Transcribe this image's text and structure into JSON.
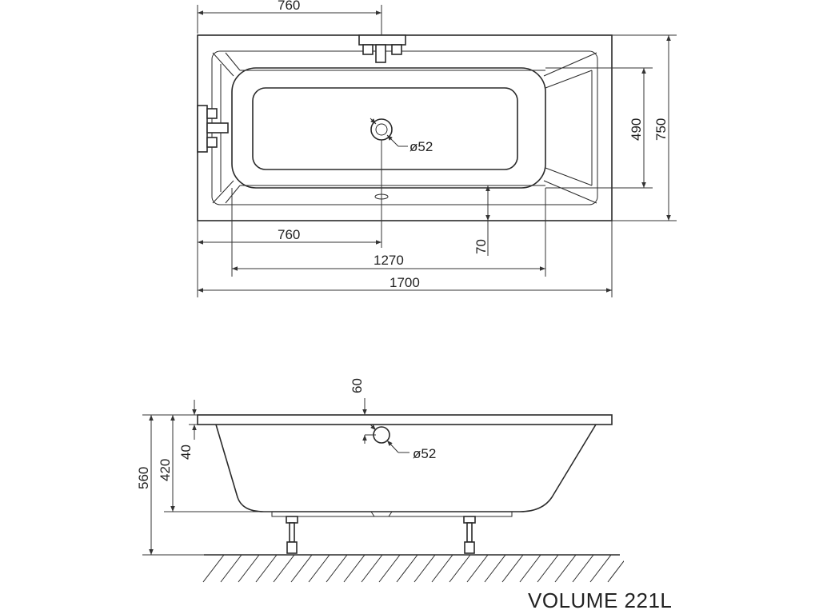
{
  "model_label": "VOLUME 221L",
  "top_view": {
    "dim_top_760": "760",
    "dim_bottom_760": "760",
    "dim_1270": "1270",
    "dim_1700": "1700",
    "dim_70": "70",
    "dim_490": "490",
    "dim_750": "750",
    "drain_diameter": "ø52"
  },
  "side_view": {
    "dim_60": "60",
    "dim_40": "40",
    "dim_420": "420",
    "dim_560": "560",
    "overflow_diameter": "ø52"
  }
}
